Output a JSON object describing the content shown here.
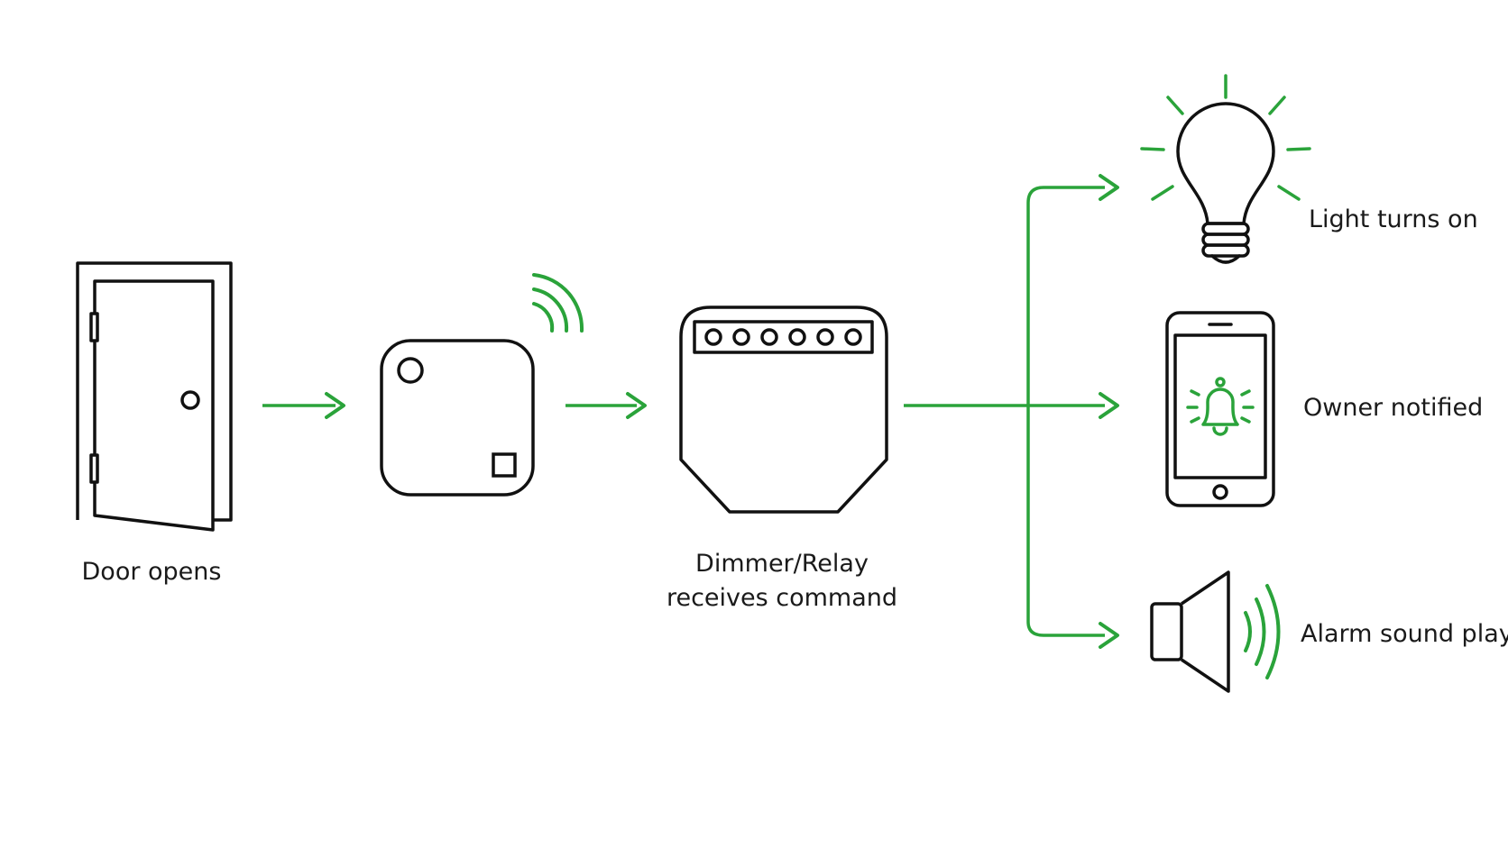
{
  "colors": {
    "accent": "#2aa33a",
    "stroke": "#111111",
    "background": "#ffffff"
  },
  "nodes": {
    "door": {
      "label": "Door opens",
      "icon": "door-icon"
    },
    "sensor": {
      "label": "",
      "icon": "wireless-sensor-icon"
    },
    "relay": {
      "label_line1": "Dimmer/Relay",
      "label_line2": "receives command",
      "icon": "relay-module-icon"
    },
    "light": {
      "label": "Light turns on",
      "icon": "lightbulb-icon"
    },
    "phone": {
      "label": "Owner notified",
      "icon": "smartphone-bell-icon"
    },
    "speaker": {
      "label": "Alarm sound plays",
      "icon": "speaker-icon"
    }
  }
}
